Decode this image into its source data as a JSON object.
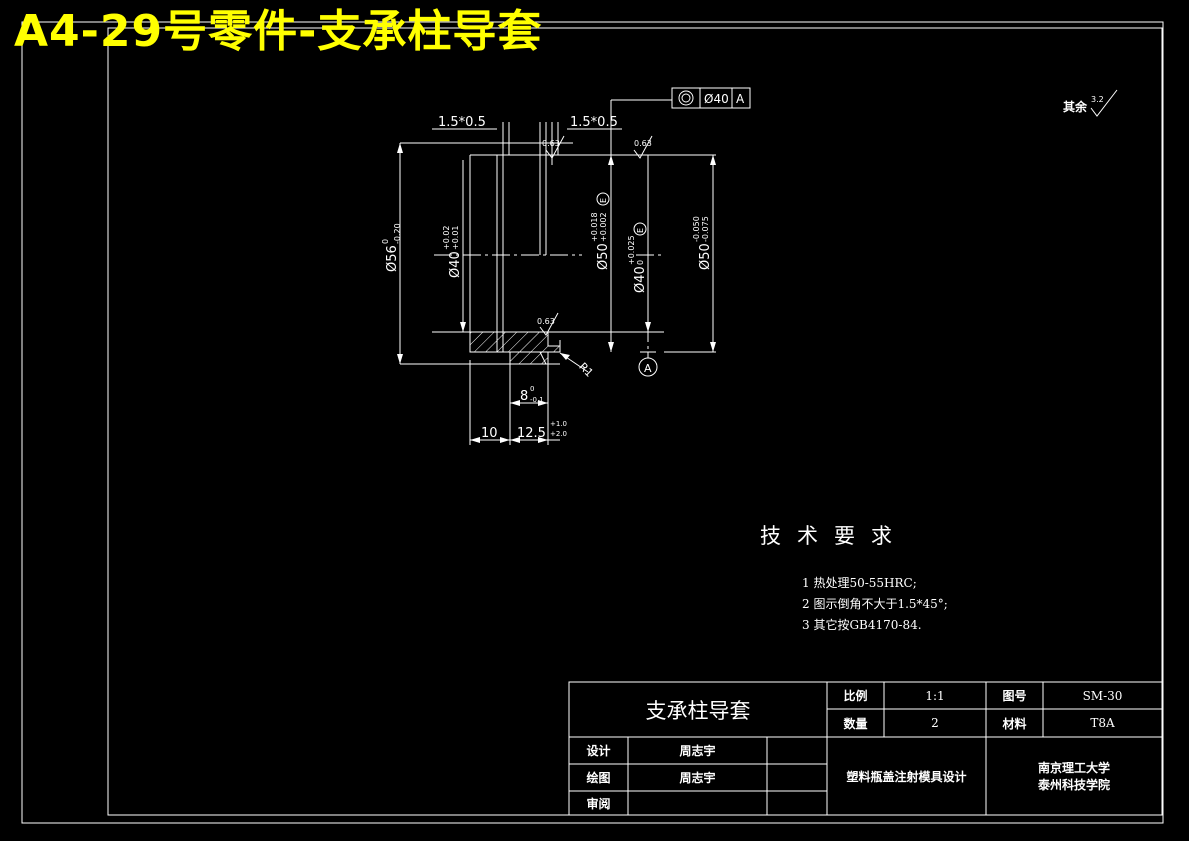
{
  "banner": "A4-29号零件-支承柱导套",
  "drawing": {
    "tolerance_frame": {
      "symbol": "◎",
      "value": "Ø40",
      "datum": "A"
    },
    "roughness_other": {
      "label": "其余",
      "value": "3.2"
    },
    "roughness_marks": [
      "0.63",
      "0.63",
      "0.63"
    ],
    "chamfer_left": "1.5*0.5",
    "chamfer_right": "1.5*0.5",
    "dia_56": {
      "base": "Ø56",
      "upper": "0",
      "lower": "-0.20"
    },
    "dia_40_left": {
      "base": "Ø40",
      "upper": "+0.02",
      "lower": "+0.01"
    },
    "dia_50_mid": {
      "base": "Ø50",
      "upper": "+0.018",
      "lower": "+0.002",
      "envelope": "E"
    },
    "dia_40_right": {
      "base": "Ø40",
      "upper": "+0.025",
      "lower": "0",
      "envelope": "E"
    },
    "dia_50_right": {
      "base": "Ø50",
      "upper": "-0.050",
      "lower": "-0.075"
    },
    "radius": "R1",
    "datum_label": "A",
    "dim_8": {
      "base": "8",
      "upper": "0",
      "lower": "-0.1"
    },
    "dim_10": "10",
    "dim_12_5": {
      "base": "12.5",
      "upper": "+1.0",
      "lower": "+2.0"
    }
  },
  "tech_requirements": {
    "title": "技术要求",
    "items": [
      "1  热处理50-55HRC;",
      "2  图示倒角不大于1.5*45°;",
      "3  其它按GB4170-84."
    ]
  },
  "title_block": {
    "part_name": "支承柱导套",
    "scale_label": "比例",
    "scale_value": "1:1",
    "drawing_no_label": "图号",
    "drawing_no_value": "SM-30",
    "quantity_label": "数量",
    "quantity_value": "2",
    "material_label": "材料",
    "material_value": "T8A",
    "design_label": "设计",
    "design_value": "周志宇",
    "drawn_label": "绘图",
    "drawn_value": "周志宇",
    "review_label": "审阅",
    "review_value": "",
    "project": "塑料瓶盖注射模具设计",
    "school_line1": "南京理工大学",
    "school_line2": "泰州科技学院"
  }
}
